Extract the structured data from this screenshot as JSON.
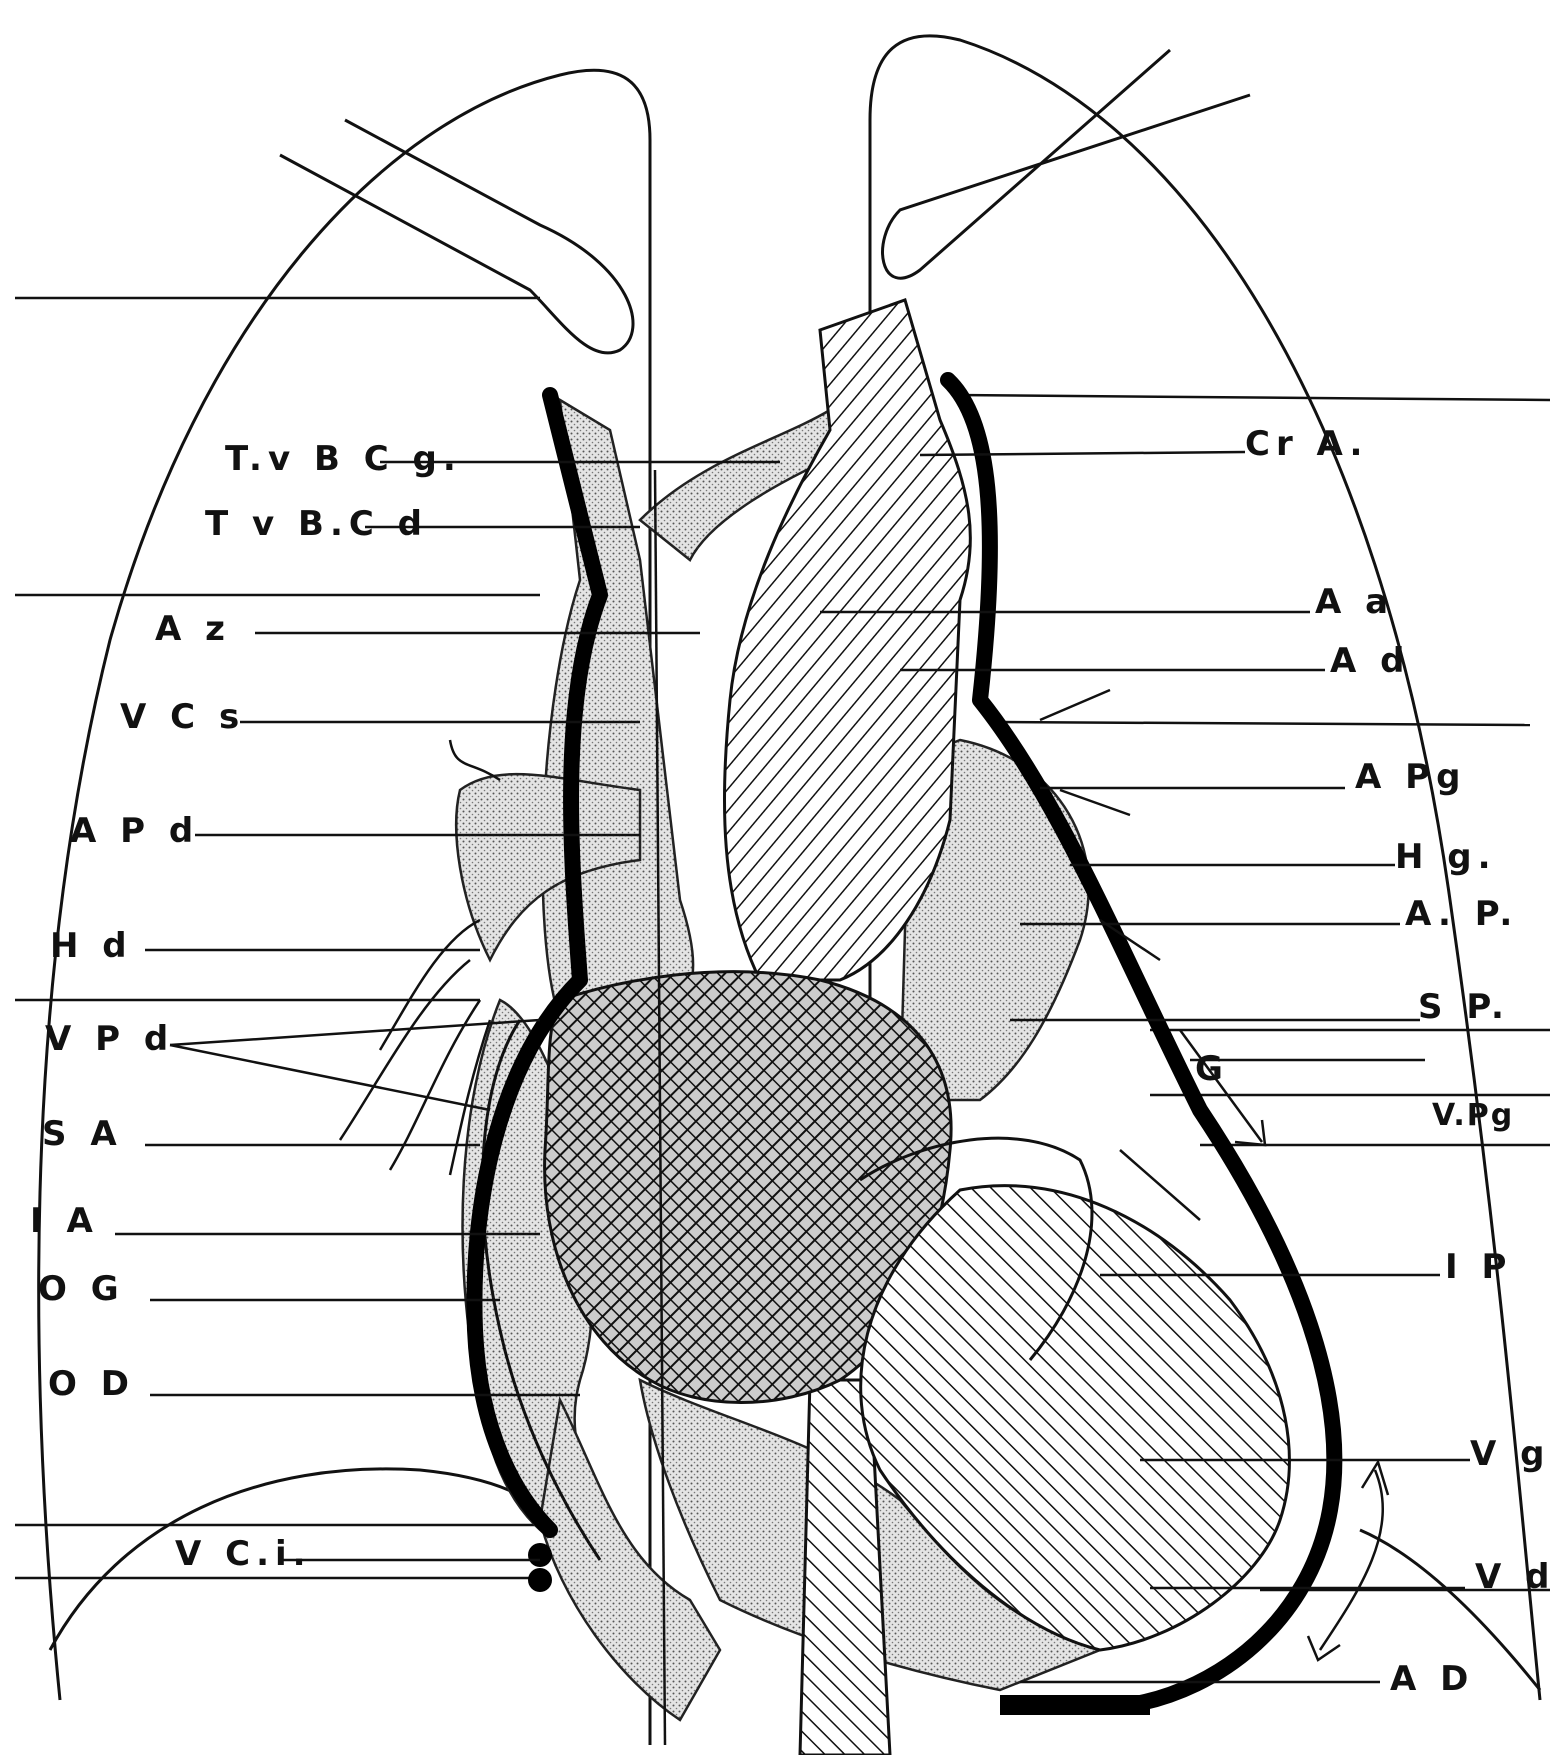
{
  "labels_left": [
    {
      "id": "tvbcg",
      "text": "T.v B C g."
    },
    {
      "id": "tvbcd",
      "text": "T v B.C d"
    },
    {
      "id": "az",
      "text": "A z"
    },
    {
      "id": "vcs",
      "text": "V C s"
    },
    {
      "id": "apd",
      "text": "A P d"
    },
    {
      "id": "hd",
      "text": "H d"
    },
    {
      "id": "vpd",
      "text": "V P d"
    },
    {
      "id": "sa",
      "text": "S A"
    },
    {
      "id": "ia",
      "text": "I A"
    },
    {
      "id": "og",
      "text": "O G"
    },
    {
      "id": "od",
      "text": "O D"
    },
    {
      "id": "vci",
      "text": "V C.i."
    }
  ],
  "labels_right": [
    {
      "id": "cra",
      "text": "Cr A."
    },
    {
      "id": "aa",
      "text": "A a"
    },
    {
      "id": "ad",
      "text": "A d"
    },
    {
      "id": "apg",
      "text": "A Pg"
    },
    {
      "id": "hg",
      "text": "H g."
    },
    {
      "id": "ap",
      "text": "A. P."
    },
    {
      "id": "sp",
      "text": "S P."
    },
    {
      "id": "g",
      "text": "G"
    },
    {
      "id": "vpg",
      "text": "V.Pg"
    },
    {
      "id": "ip",
      "text": "I P"
    },
    {
      "id": "vg",
      "text": "V g"
    },
    {
      "id": "vd",
      "text": "V d"
    },
    {
      "id": "adr",
      "text": "A D"
    }
  ],
  "colors": {
    "ink": "#111111",
    "paper": "#ffffff"
  }
}
